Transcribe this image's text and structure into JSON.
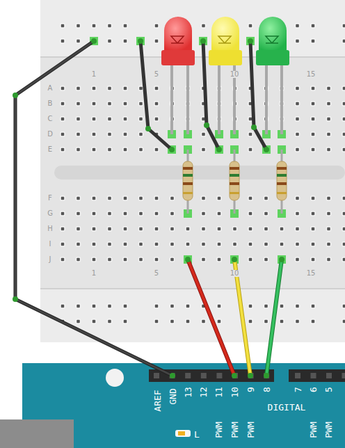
{
  "diagram": {
    "labels": [
      "1",
      "5",
      "10",
      "15",
      "A",
      "B",
      "C",
      "D",
      "E",
      "F",
      "G",
      "H",
      "I",
      "J",
      "1",
      "5",
      "10",
      "15",
      "AREF",
      "GND",
      "13",
      "12",
      "11",
      "10",
      "9",
      "8",
      "DIGITAL",
      "PWM",
      "PWM",
      "PWM",
      "7",
      "6",
      "5",
      "PWM",
      "PWM",
      "L"
    ]
  }
}
